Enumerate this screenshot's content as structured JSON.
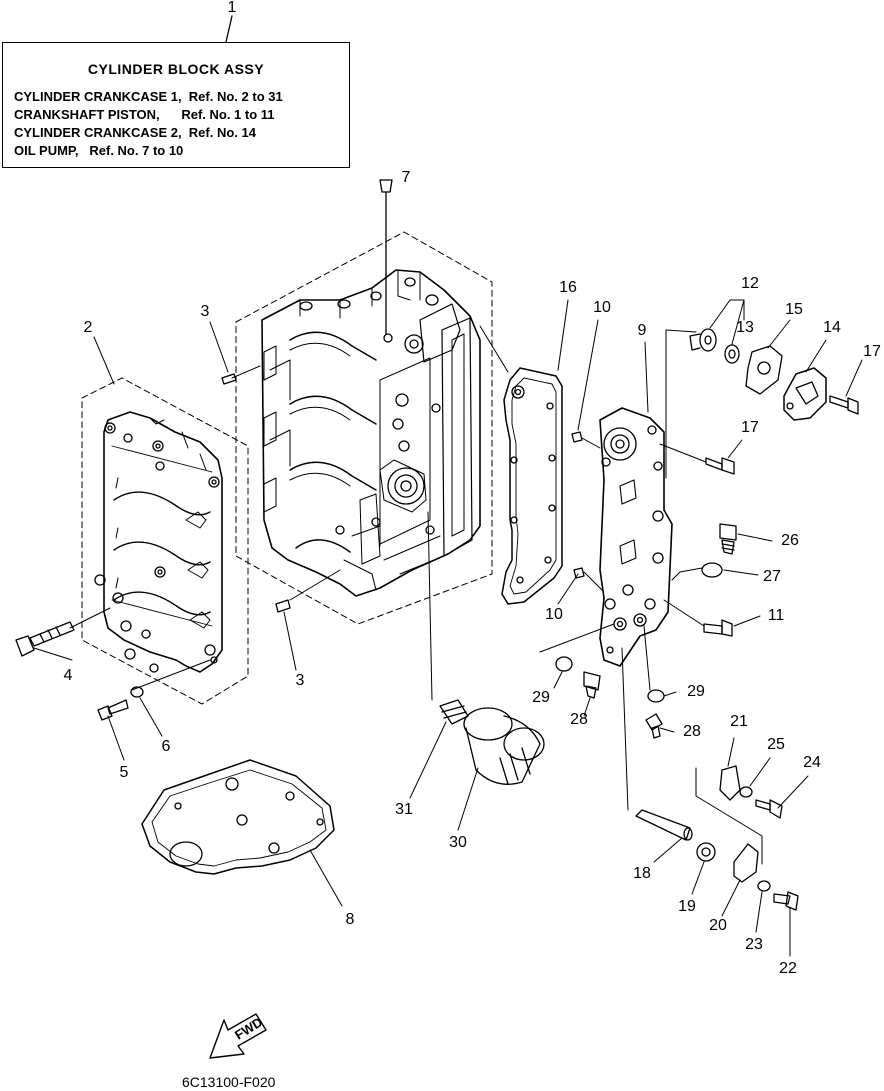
{
  "legend": {
    "ref_number": "1",
    "title": "CYLINDER BLOCK ASSY",
    "lines": [
      "CYLINDER CRANKCASE 1,  Ref. No. 2 to 31",
      "CRANKSHAFT PISTON,      Ref. No. 1 to 11",
      "CYLINDER CRANKCASE 2,  Ref. No. 14",
      "OIL PUMP,   Ref. No. 7 to 10"
    ]
  },
  "callouts": [
    "7",
    "3",
    "2",
    "16",
    "10",
    "9",
    "12",
    "13",
    "15",
    "14",
    "17",
    "17",
    "26",
    "27",
    "11",
    "10",
    "29",
    "29",
    "28",
    "28",
    "4",
    "5",
    "6",
    "3",
    "31",
    "30",
    "21",
    "25",
    "24",
    "18",
    "19",
    "20",
    "23",
    "22",
    "8"
  ],
  "footer": {
    "code": "6C13100-F020",
    "fwd_label": "FWD"
  }
}
